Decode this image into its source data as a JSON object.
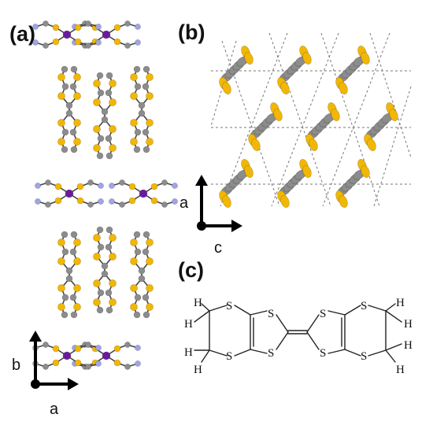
{
  "panels": {
    "a": "(a)",
    "b": "(b)",
    "c": "(c)"
  },
  "axes": {
    "a_vertical": "b",
    "a_horizontal": "a",
    "b_vertical": "a",
    "b_horizontal": "c"
  },
  "atoms": {
    "sulfur": "S",
    "hydrogen": "H"
  },
  "colors": {
    "sulfur": "#F2B705",
    "carbon": "#8C8C8C",
    "nitrogen": "#9FA4E6",
    "copper": "#6A1B9A",
    "bond": "#444444",
    "dashed_line": "#777777"
  }
}
